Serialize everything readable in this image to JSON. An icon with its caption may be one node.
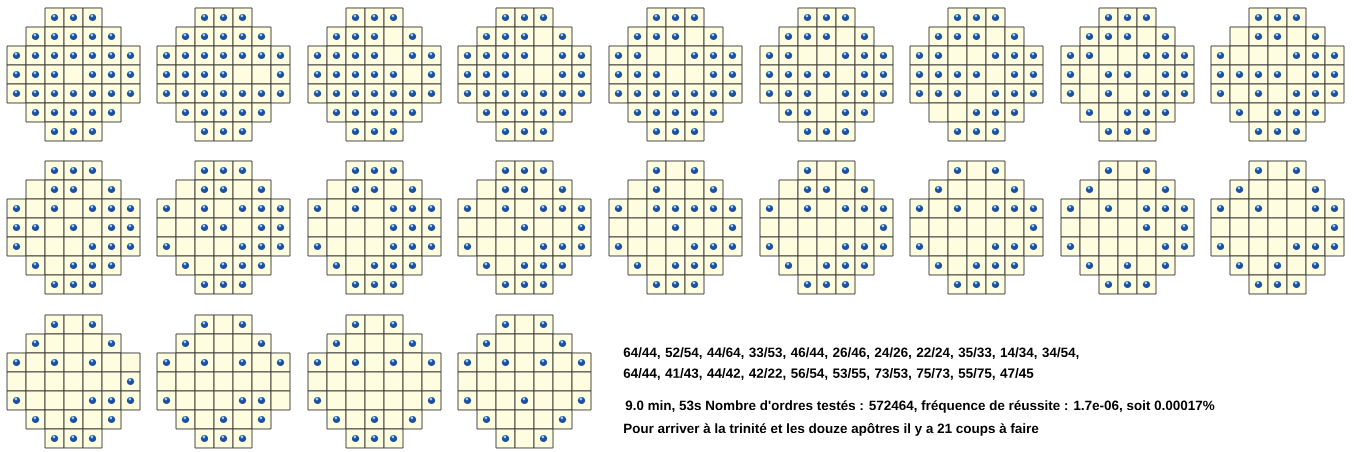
{
  "diagram": {
    "labels": [
      "64/44, 52/54, 44/64, 33/53, 46/44, 26/46, 24/26, 22/24, 35/33, 14/34, 34/54, 64/44, 41/43, 44/42, 42/22, 56/54, 53/55, 73/53, 75/73, 55/75, 47/45",
      "9.0 min, 53s Nombre d'ordres testés : 572464, fréquence de réussite : 1.7e-06, soit 0.00017%",
      "Pour arriver à la trinité et les douze apôtres il y a 21 coups à faire"
    ]
  }
}
